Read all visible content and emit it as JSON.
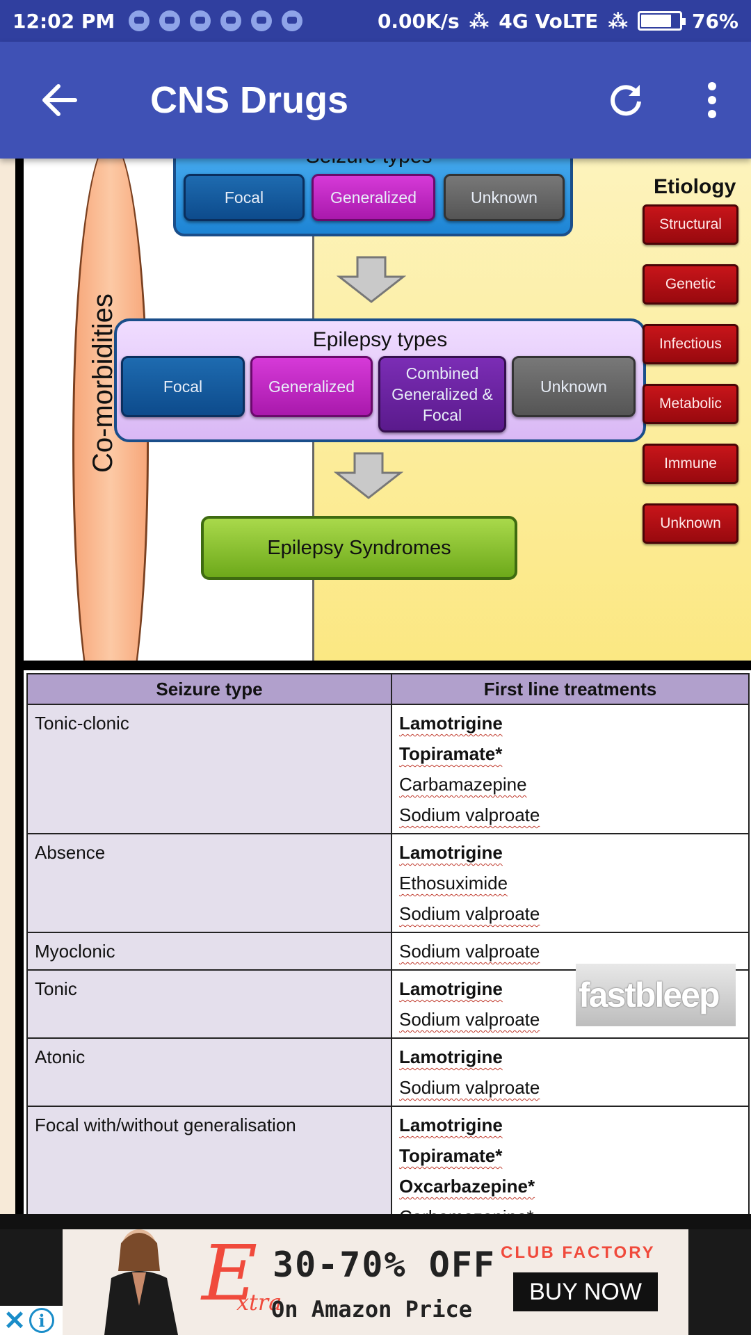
{
  "status_bar": {
    "time": "12:02 PM",
    "speed": "0.00K/s",
    "network": "4G VoLTE",
    "battery": "76%",
    "battery_level": 0.76
  },
  "app_bar": {
    "title": "CNS Drugs",
    "back_icon": "arrow-left-icon",
    "refresh_icon": "refresh-icon",
    "menu_icon": "more-vert-icon"
  },
  "diagram": {
    "comorbidities": "Co-morbidities",
    "seizure_types": {
      "heading": "Seizure types*",
      "items": [
        "Focal",
        "Generalized",
        "Unknown"
      ]
    },
    "epilepsy_types": {
      "heading": "Epilepsy types",
      "items": [
        "Focal",
        "Generalized",
        "Combined Generalized & Focal",
        "Unknown"
      ]
    },
    "syndromes": "Epilepsy Syndromes",
    "etiology": {
      "heading": "Etiology",
      "items": [
        "Structural",
        "Genetic",
        "Infectious",
        "Metabolic",
        "Immune",
        "Unknown"
      ]
    }
  },
  "table": {
    "headers": [
      "Seizure type",
      "First line treatments"
    ],
    "rows": [
      {
        "type": "Tonic-clonic",
        "drugs": [
          {
            "name": "Lamotrigine",
            "bold": true
          },
          {
            "name": "Topiramate*",
            "bold": true
          },
          {
            "name": "Carbamazepine",
            "bold": false
          },
          {
            "name": "Sodium valproate",
            "bold": false
          }
        ]
      },
      {
        "type": "Absence",
        "drugs": [
          {
            "name": "Lamotrigine",
            "bold": true
          },
          {
            "name": "Ethosuximide",
            "bold": false
          },
          {
            "name": "Sodium valproate",
            "bold": false
          }
        ]
      },
      {
        "type": "Myoclonic",
        "drugs": [
          {
            "name": "Sodium valproate",
            "bold": false
          }
        ]
      },
      {
        "type": "Tonic",
        "drugs": [
          {
            "name": "Lamotrigine",
            "bold": true
          },
          {
            "name": "Sodium valproate",
            "bold": false
          }
        ]
      },
      {
        "type": "Atonic",
        "drugs": [
          {
            "name": "Lamotrigine",
            "bold": true
          },
          {
            "name": "Sodium valproate",
            "bold": false
          }
        ]
      },
      {
        "type": "Focal with/without generalisation",
        "drugs": [
          {
            "name": "Lamotrigine",
            "bold": true
          },
          {
            "name": "Topiramate*",
            "bold": true
          },
          {
            "name": "Oxcarbazepine*",
            "bold": true
          },
          {
            "name": "Carbamazepine*",
            "bold": false
          }
        ]
      }
    ],
    "watermark": "fastbleep"
  },
  "ad": {
    "script_letter": "E",
    "extra": "xtra",
    "offer": "30-70% OFF",
    "subtext": "On Amazon Price",
    "brand": "CLUB FACTORY",
    "cta": "BUY NOW",
    "close_icon": "close-icon",
    "info_icon": "info-icon"
  }
}
